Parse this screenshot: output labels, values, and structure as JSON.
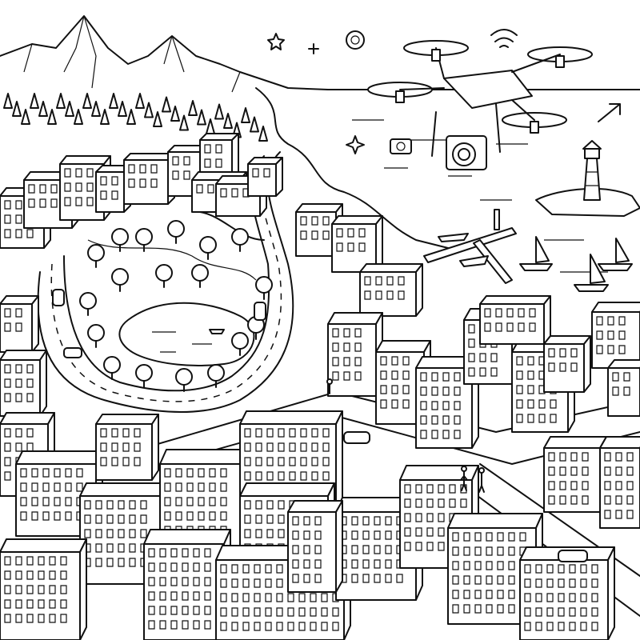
{
  "colors": {
    "background": "#ffffff",
    "ink": "#111111"
  },
  "scene": {
    "elements": [
      "mountains",
      "forest",
      "sea",
      "lighthouse",
      "sailboats",
      "pier",
      "drone",
      "camera",
      "park",
      "pond",
      "roads",
      "cars",
      "buildings",
      "people"
    ],
    "icons": [
      "star-icon",
      "plus-icon",
      "aperture-icon",
      "wifi-icon",
      "sparkle-icon",
      "camera-icon",
      "arrow-icon"
    ]
  }
}
